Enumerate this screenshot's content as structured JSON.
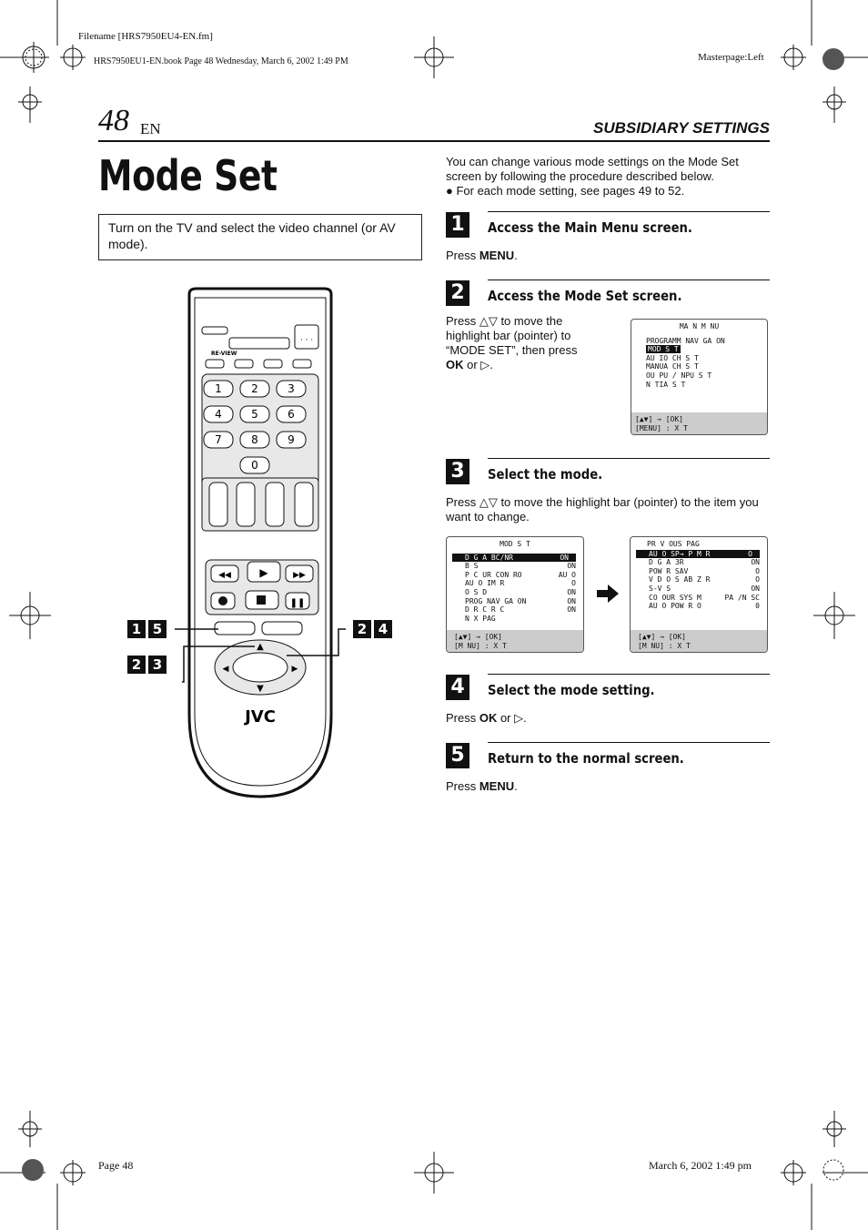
{
  "header": {
    "filename": "Filename [HRS7950EU4-EN.fm]",
    "book_line": "HRS7950EU1-EN.book  Page 48  Wednesday, March 6, 2002  1:49 PM",
    "masterpage": "Masterpage:Left"
  },
  "page": {
    "number": "48",
    "lang": "EN",
    "section": "SUBSIDIARY SETTINGS"
  },
  "title": "Mode Set",
  "intro_box": "Turn on the TV and select the video channel (or AV mode).",
  "intro": {
    "line1": "You can change various mode settings on the Mode Set screen by following the procedure described below.",
    "bullet": "● For each mode setting, see pages 49 to 52."
  },
  "steps": [
    {
      "num": "1",
      "title": "Access the Main Menu screen.",
      "pre": "Press ",
      "key": "MENU",
      "post": "."
    },
    {
      "num": "2",
      "title": "Access the Mode Set screen.",
      "text": "Press △▽ to move the highlight bar (pointer) to “MODE SET”, then press ",
      "key": "OK",
      "post": " or ▷."
    },
    {
      "num": "3",
      "title": "Select the mode.",
      "text": "Press △▽ to move the highlight bar (pointer) to the item you want to change."
    },
    {
      "num": "4",
      "title": "Select the mode setting.",
      "pre": "Press ",
      "key": "OK",
      "post": " or ▷."
    },
    {
      "num": "5",
      "title": "Return to the normal screen.",
      "pre": "Press ",
      "key": "MENU",
      "post": "."
    }
  ],
  "main_menu_screen": {
    "title": "MA N M  NU",
    "items": [
      "PROGRAMM   NAV GA  ON",
      "MOD  S  T",
      "AU IO CH S  T",
      "MANUA  CH S  T",
      "OU PU  / NPU  S  T",
      "  N TIA  S T"
    ],
    "highlight": 1,
    "footer1": "[▲▼] → [OK]",
    "footer2": "[MENU] :  X T"
  },
  "mode_set_screen1": {
    "title": "MOD  S  T",
    "rows": [
      [
        "D G  A   BC/NR",
        "ON"
      ],
      [
        "B  S",
        "ON"
      ],
      [
        "P C UR   CON RO",
        "AU O"
      ],
      [
        "AU O  IM  R",
        "O"
      ],
      [
        "O S D",
        "ON"
      ],
      [
        "PROG  NAV GA  ON",
        "ON"
      ],
      [
        "D R  C  R  C",
        "ON"
      ],
      [
        "N X   PAG",
        ""
      ]
    ],
    "highlight": 0,
    "footer1": "[▲▼] → [OK]",
    "footer2": "[M NU] :  X T"
  },
  "mode_set_screen2": {
    "title": "PR  V OUS PAG",
    "rows": [
      [
        "AU O SP→   P   M  R",
        "O"
      ],
      [
        "D G  A   3R",
        "ON"
      ],
      [
        "POW  R SAV",
        "O"
      ],
      [
        "V D O S AB   Z  R",
        "O"
      ],
      [
        "S-V S",
        "ON"
      ],
      [
        "CO  OUR SYS  M",
        "PA /N SC"
      ],
      [
        "AU O POW  R O",
        "0"
      ]
    ],
    "highlight": 0,
    "footer1": "[▲▼] → [OK]",
    "footer2": "[M NU] :  X T"
  },
  "remote": {
    "brand": "JVC",
    "rev_label": "RE-VIEW",
    "digits": [
      "1",
      "2",
      "3",
      "4",
      "5",
      "6",
      "7",
      "8",
      "9",
      "0"
    ],
    "callouts": {
      "a": [
        "1",
        "5"
      ],
      "b": [
        "2",
        "4"
      ],
      "c": [
        "2",
        "3"
      ]
    }
  },
  "footer": {
    "left": "Page 48",
    "right": "March 6, 2002 1:49 pm"
  }
}
